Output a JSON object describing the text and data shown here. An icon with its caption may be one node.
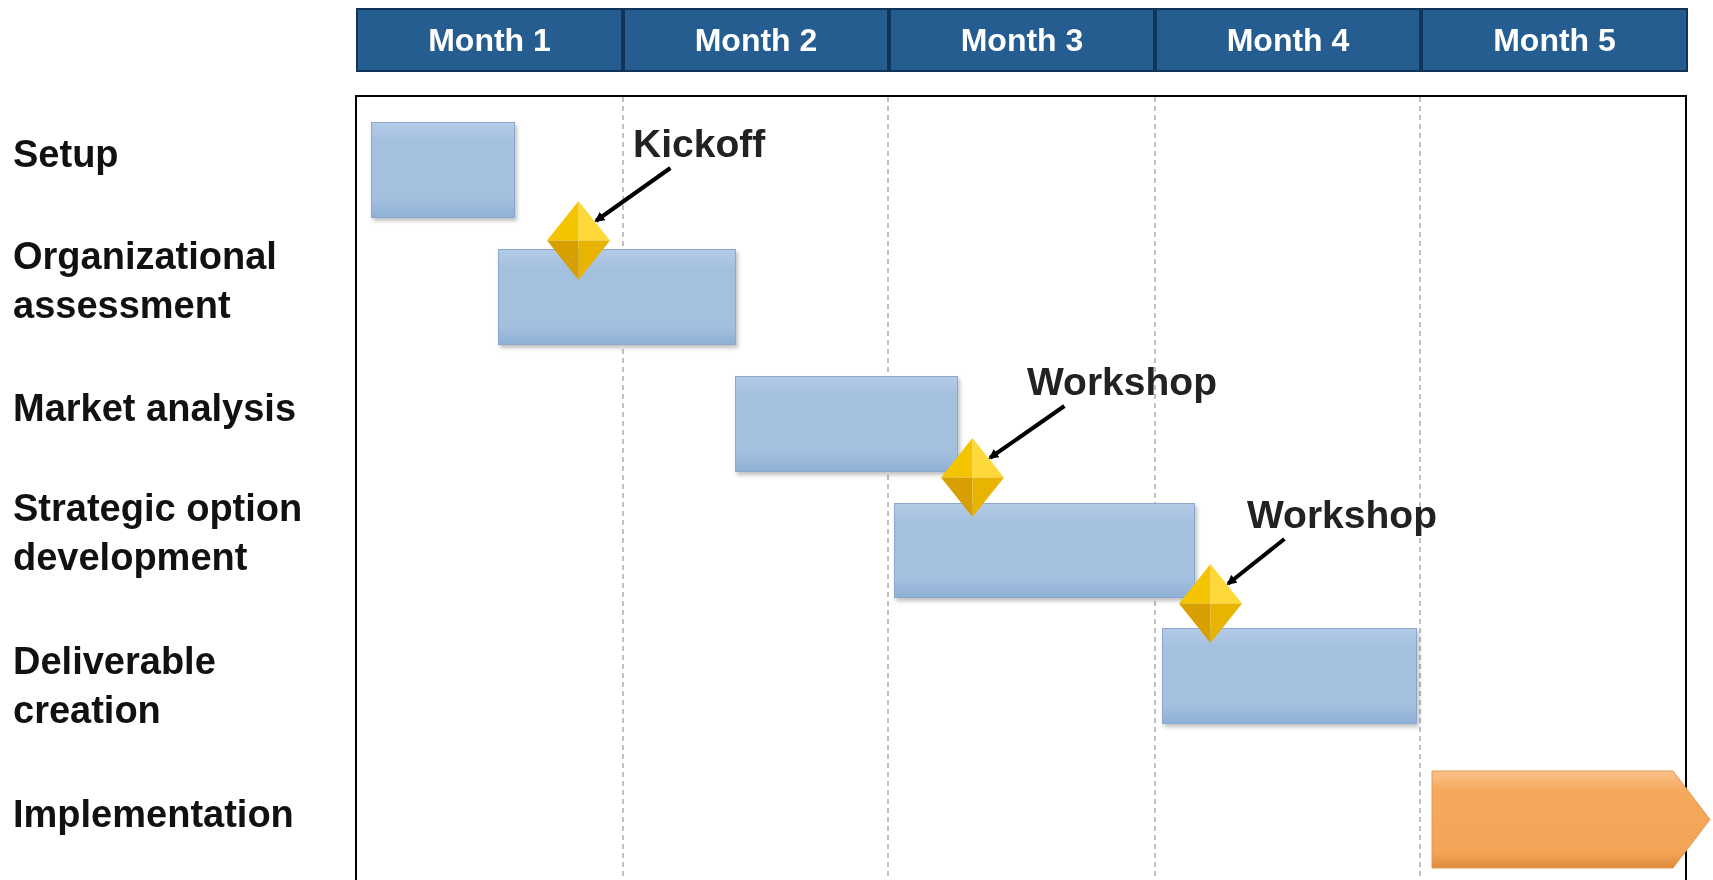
{
  "diagram": {
    "nodes": [
      {
        "text": [],
        "shape": "bar"
      },
      {
        "text": [],
        "shape": "bar"
      },
      {
        "text": [],
        "shape": "bar"
      },
      {
        "text": [],
        "shape": "bar"
      },
      {
        "text": [],
        "shape": "bar"
      },
      {
        "text": [],
        "shape": "arrow"
      },
      {
        "text": [],
        "shape": "diamond"
      },
      {
        "text": [],
        "shape": "diamond"
      },
      {
        "text": [],
        "shape": "diamond"
      },
      {
        "text": [
          "Kickoff"
        ]
      },
      {
        "text": [
          "Workshop"
        ]
      },
      {
        "text": [
          "Workshop"
        ]
      }
    ],
    "edges": [
      {
        "from": 9,
        "to": 6,
        "arrow": "to"
      },
      {
        "from": 10,
        "to": 7,
        "arrow": "to"
      },
      {
        "from": 11,
        "to": 8,
        "arrow": "to"
      }
    ],
    "labels": [
      "Month 1",
      "Month 2",
      "Month 3",
      "Month 4",
      "Month 5",
      "Setup",
      "Organizational assessment",
      "Market analysis",
      "Strategic option development",
      "Deliverable creation",
      "Implementation"
    ]
  }
}
